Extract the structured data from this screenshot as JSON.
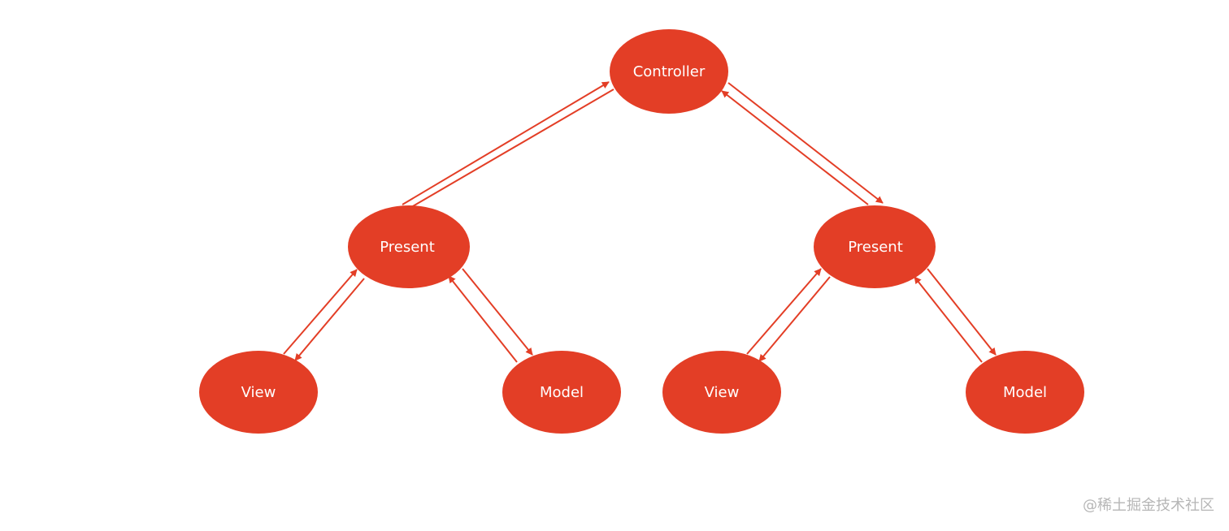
{
  "colors": {
    "node_fill": "#e33e26",
    "arrow": "#e33e26",
    "label": "#ffffff",
    "watermark": "#b6b6b6"
  },
  "nodes": {
    "controller": "Controller",
    "present_left": "Present",
    "present_right": "Present",
    "view_left": "View",
    "model_left": "Model",
    "view_right": "View",
    "model_right": "Model"
  },
  "watermark": "@稀土掘金技术社区"
}
